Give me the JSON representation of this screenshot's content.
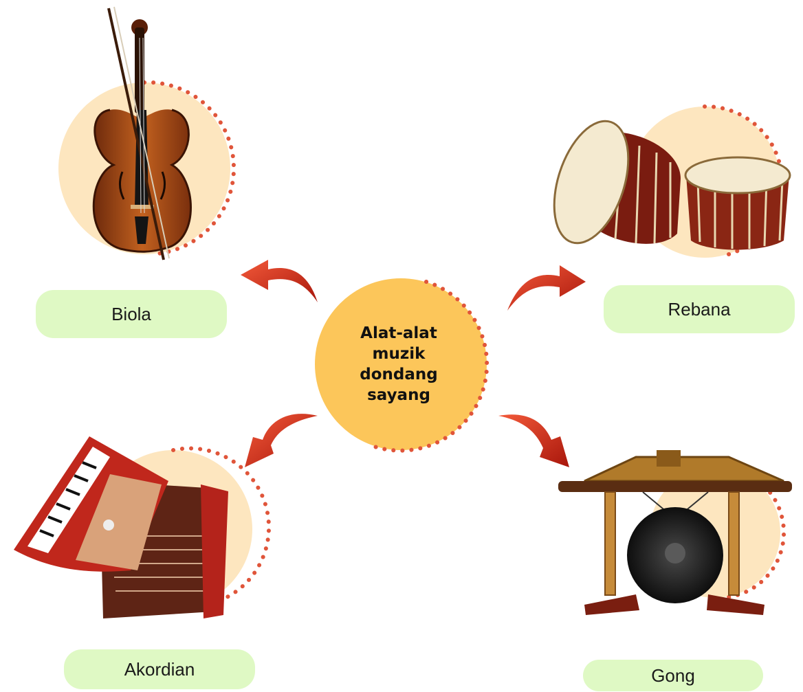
{
  "center": {
    "lines": [
      "Alat-alat",
      "muzik",
      "dondang",
      "sayang"
    ]
  },
  "labels": {
    "biola": "Biola",
    "rebana": "Rebana",
    "akordian": "Akordian",
    "gong": "Gong"
  },
  "colors": {
    "circle_fill": "#fde6bf",
    "center_fill": "#fcc65a",
    "dots": "#e0553a",
    "pill": "#dff9c4",
    "arrow": "#d8321c"
  }
}
